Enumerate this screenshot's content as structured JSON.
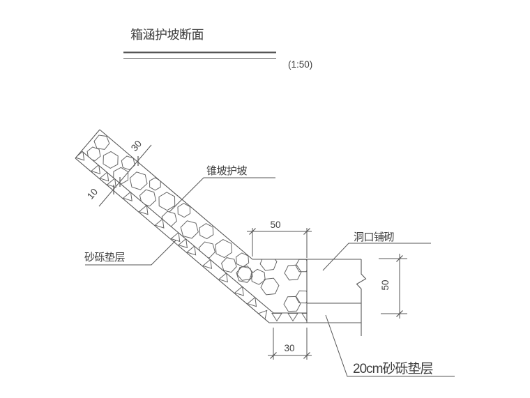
{
  "title": {
    "text": "箱涵护坡断面",
    "scale_note": "(1:50)"
  },
  "labels": {
    "slope_protection": "锥坡护坡",
    "slope_cushion": "砂砾垫层",
    "portal_paving": "洞口铺砌",
    "base_cushion": "20cm砂砾垫层"
  },
  "dimensions": {
    "slope_layer_thickness": "30",
    "cushion_layer_thickness": "10",
    "paving_top_width": "50",
    "paving_depth": "50",
    "toe_width": "30"
  },
  "colors": {
    "line": "#565656",
    "hatch": "#646464",
    "text": "#3d3d3d",
    "background": "#ffffff"
  }
}
